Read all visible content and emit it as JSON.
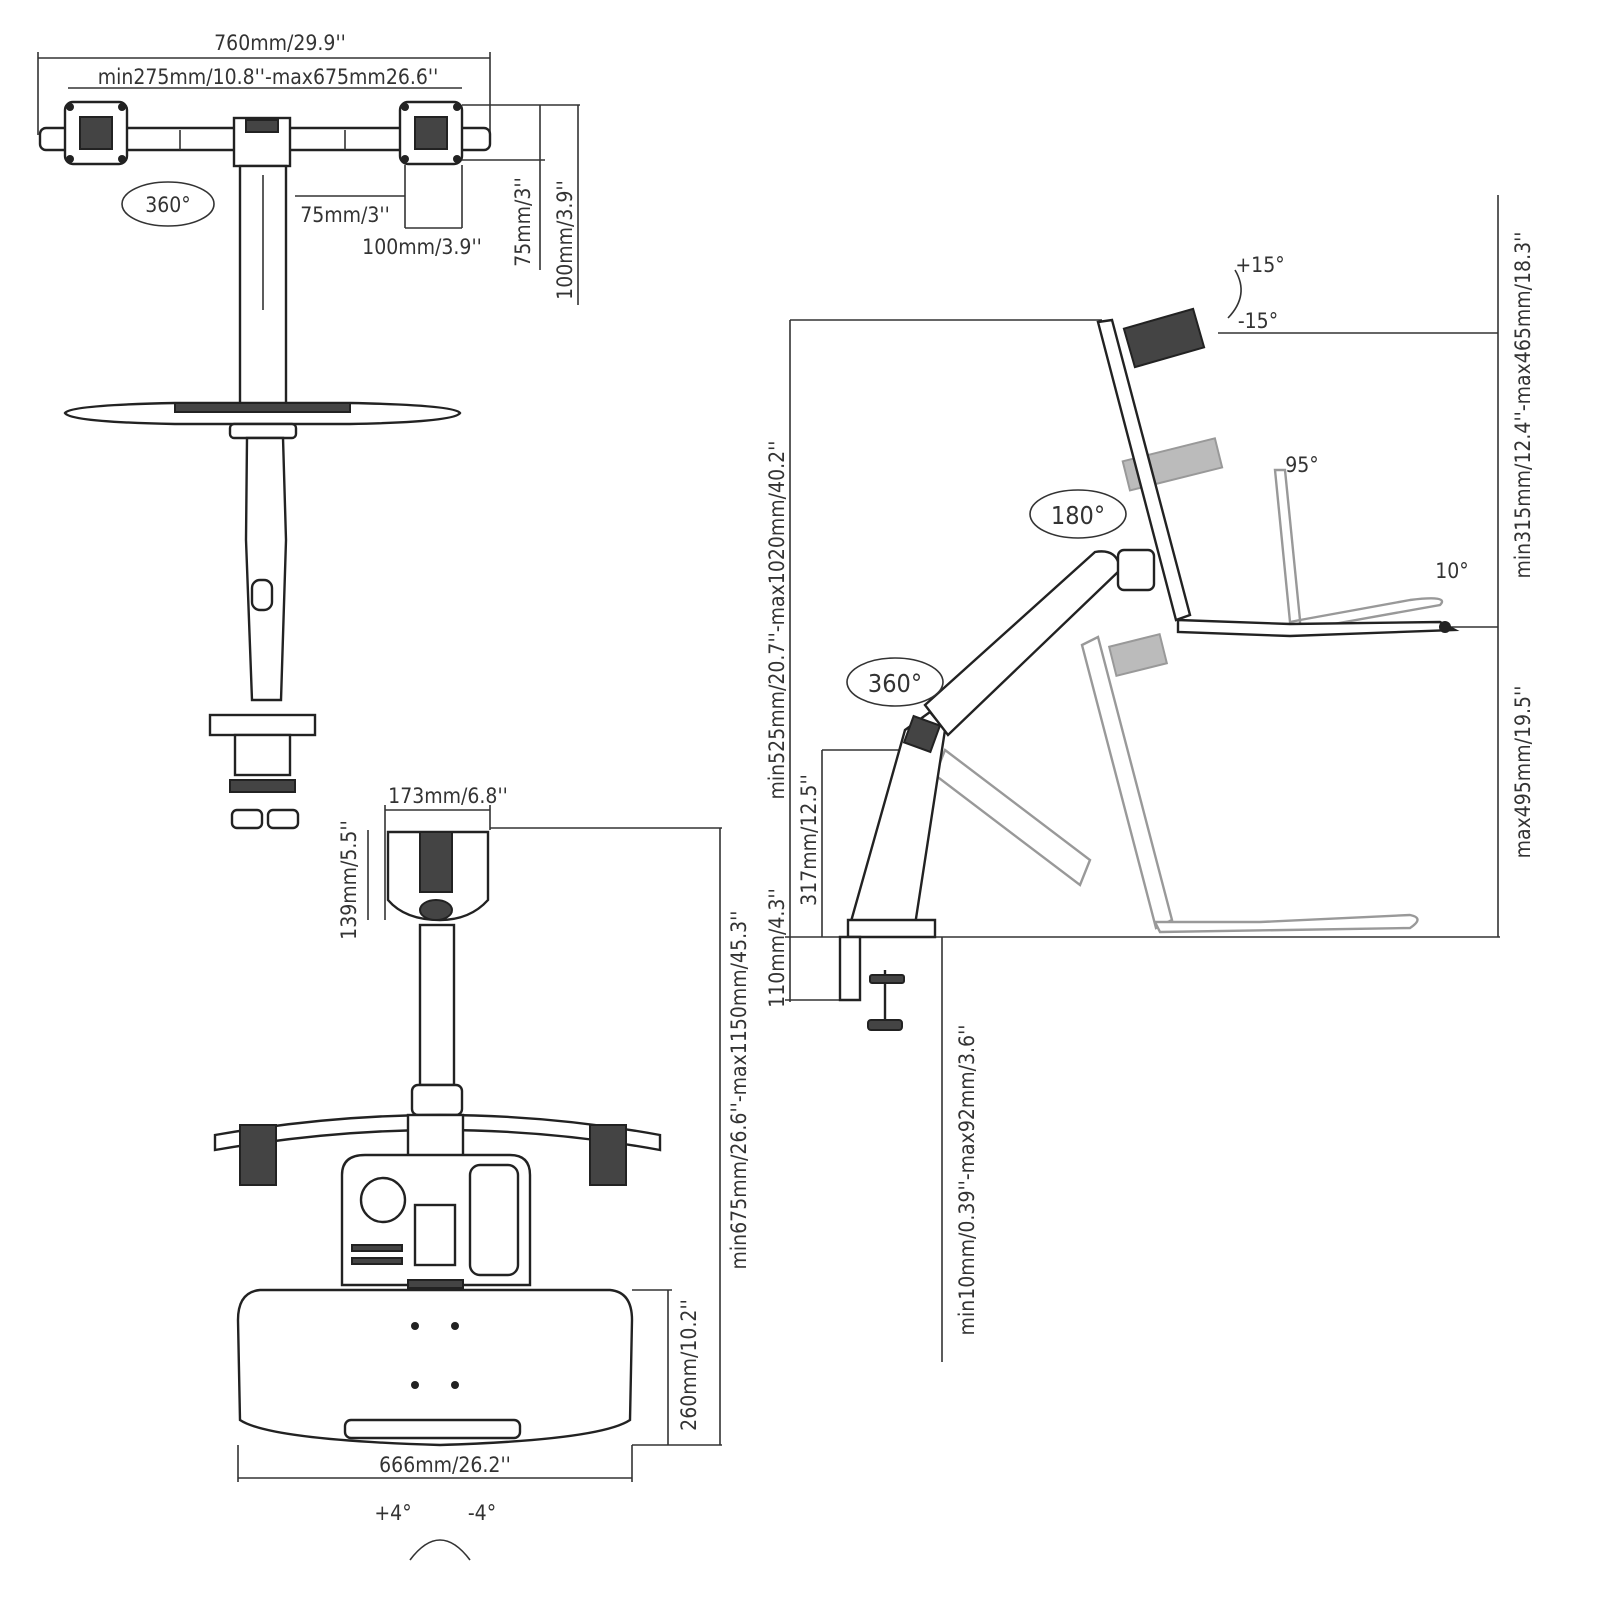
{
  "title": "Dual monitor sit-stand workstation dimension drawing",
  "front_view": {
    "overall_width": "760mm/29.9''",
    "arm_span": "min275mm/10.8''-max675mm26.6''",
    "rotation": "360°",
    "vesa_small_h": "75mm/3''",
    "vesa_large_h": "100mm/3.9''",
    "vesa_small_v": "75mm/3''",
    "vesa_large_v": "100mm/3.9''"
  },
  "side_view": {
    "tilt_up": "+15°",
    "tilt_down": "-15°",
    "monitor_height_range": "min315mm/12.4''-max465mm/18.3''",
    "tray_tilt_back": "95°",
    "tray_tilt": "10°",
    "swivel": "180°",
    "arm_rotation": "360°",
    "total_height_range": "min525mm/20.7''-max1020mm/40.2''",
    "pole_height": "317mm/12.5''",
    "tray_height_max": "max495mm/19.5''",
    "clamp_height": "110mm/4.3''",
    "desk_thickness": "min10mm/0.39''-max92mm/3.6''"
  },
  "top_view": {
    "head_width": "173mm/6.8''",
    "head_depth": "139mm/5.5''",
    "reach_range": "min675mm/26.6''-max1150mm/45.3''",
    "tray_depth": "260mm/10.2''",
    "tray_width": "666mm/26.2''",
    "tray_tilt_plus": "+4°",
    "tray_tilt_minus": "-4°"
  }
}
